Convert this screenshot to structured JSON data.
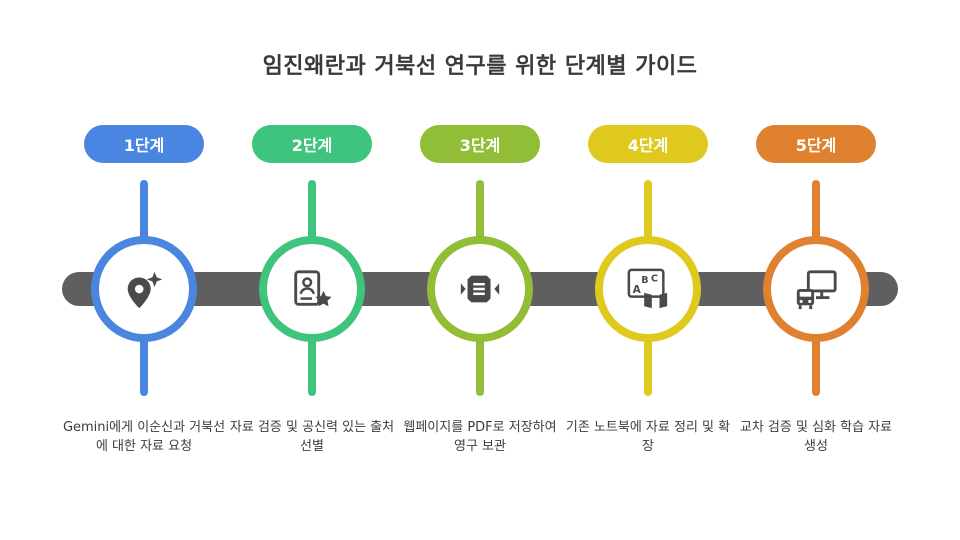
{
  "title": "임진왜란과 거북선 연구를 위한 단계별 가이드",
  "steps": [
    {
      "label": "1단계",
      "description": "Gemini에게 이순신과 거북선에 대한 자료 요청",
      "icon": "location-sparkle-icon",
      "color": "#4a86e1"
    },
    {
      "label": "2단계",
      "description": "자료 검증 및 공신력 있는 출처 선별",
      "icon": "id-card-star-icon",
      "color": "#3ec47c"
    },
    {
      "label": "3단계",
      "description": "웹페이지를 PDF로 저장하여 영구 보관",
      "icon": "web-clip-icon",
      "color": "#92bd36"
    },
    {
      "label": "4단계",
      "description": "기존 노트북에 자료 정리 및 확장",
      "icon": "abc-book-icon",
      "color": "#e0c91f"
    },
    {
      "label": "5단계",
      "description": "교차 검증 및 심화 학습 자료 생성",
      "icon": "bus-monitor-icon",
      "color": "#e0812f"
    }
  ]
}
